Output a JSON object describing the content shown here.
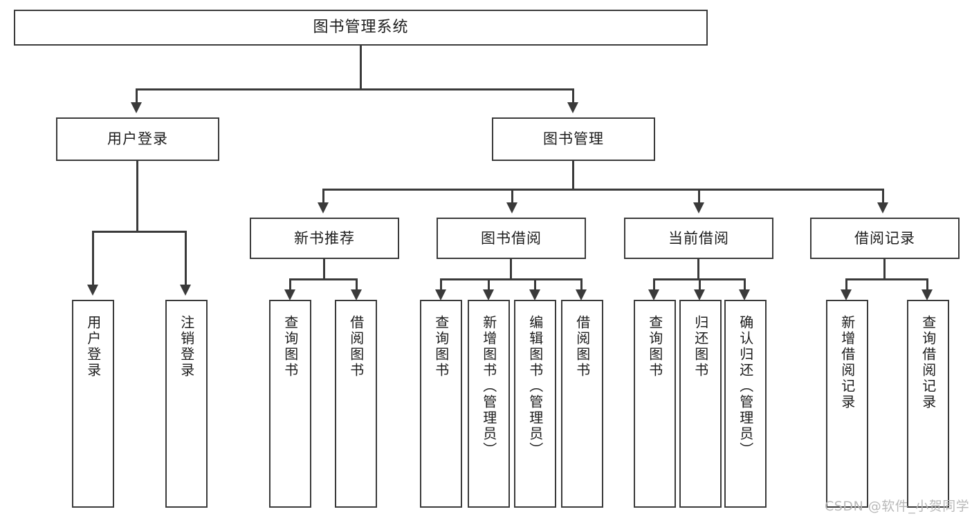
{
  "diagram": {
    "type": "tree-hierarchy",
    "title": "图书管理系统",
    "watermark": "CSDN @软件_小贺同学",
    "root": {
      "id": "root",
      "label": "图书管理系统",
      "level": 1
    },
    "level2": [
      {
        "id": "user-login",
        "label": "用户登录",
        "level": 2
      },
      {
        "id": "book-manage",
        "label": "图书管理",
        "level": 2
      }
    ],
    "level3": [
      {
        "id": "new-book-recommend",
        "label": "新书推荐",
        "level": 3,
        "parent": "book-manage"
      },
      {
        "id": "book-borrow",
        "label": "图书借阅",
        "level": 3,
        "parent": "book-manage"
      },
      {
        "id": "current-borrow",
        "label": "当前借阅",
        "level": 3,
        "parent": "book-manage"
      },
      {
        "id": "borrow-record",
        "label": "借阅记录",
        "level": 3,
        "parent": "book-manage"
      }
    ],
    "leaves": {
      "user_login": [
        {
          "id": "leaf-user-login",
          "label": "用户登录"
        },
        {
          "id": "leaf-user-logout",
          "label": "注销登录"
        }
      ],
      "new_book_recommend": [
        {
          "id": "leaf-query-book-1",
          "label": "查询图书"
        },
        {
          "id": "leaf-borrow-book-1",
          "label": "借阅图书"
        }
      ],
      "book_borrow": [
        {
          "id": "leaf-query-book-2",
          "label": "查询图书"
        },
        {
          "id": "leaf-add-book",
          "label": "新增图书（管理员）"
        },
        {
          "id": "leaf-edit-book",
          "label": "编辑图书（管理员）"
        },
        {
          "id": "leaf-borrow-book-2",
          "label": "借阅图书"
        }
      ],
      "current_borrow": [
        {
          "id": "leaf-query-book-3",
          "label": "查询图书"
        },
        {
          "id": "leaf-return-book",
          "label": "归还图书"
        },
        {
          "id": "leaf-confirm-return",
          "label": "确认归还（管理员）"
        }
      ],
      "borrow_record": [
        {
          "id": "leaf-add-record",
          "label": "新增借阅记录"
        },
        {
          "id": "leaf-query-record",
          "label": "查询借阅记录"
        }
      ]
    },
    "colors": {
      "stroke": "#3a3a3a",
      "fill": "#ffffff",
      "text": "#1c1c1c",
      "watermark": "#b9b9b9"
    }
  }
}
